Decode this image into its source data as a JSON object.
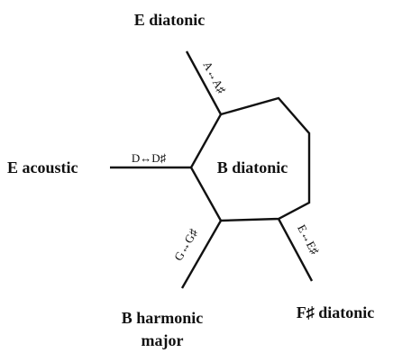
{
  "center": {
    "label": "B diatonic"
  },
  "nodes": {
    "e_diatonic": {
      "label": "E diatonic"
    },
    "e_acoustic": {
      "label": "E acoustic"
    },
    "b_harmonic_major": {
      "label_line1": "B harmonic",
      "label_line2": "major"
    },
    "fsharp_diatonic": {
      "label": "F♯ diatonic"
    }
  },
  "edges": {
    "to_e_diatonic": {
      "label": "A↔A♯"
    },
    "to_e_acoustic": {
      "label": "D↔D♯"
    },
    "to_b_harmonic_major": {
      "label": "G↔G♯"
    },
    "to_fsharp_diatonic": {
      "label": "E↔E♯"
    }
  }
}
